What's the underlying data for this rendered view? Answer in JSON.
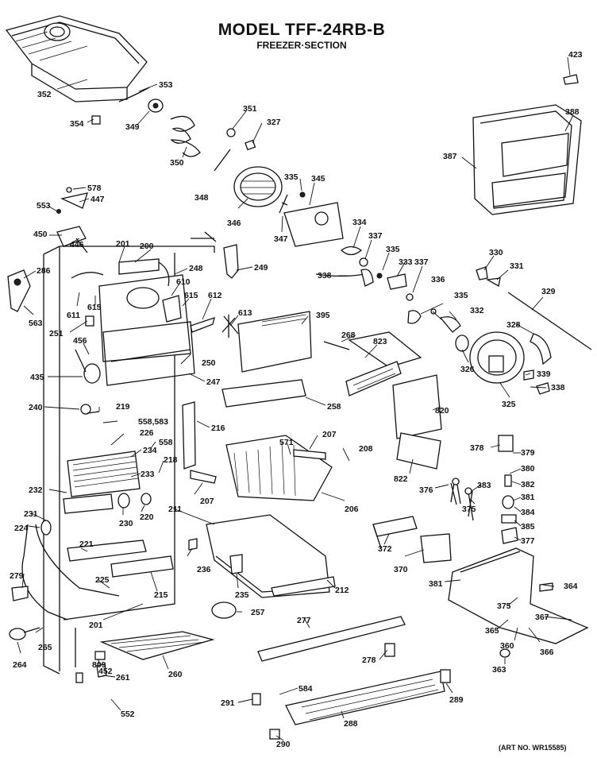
{
  "header": {
    "title": "MODEL TFF-24RB-B",
    "subtitle": "FREEZER·SECTION"
  },
  "footer": {
    "art_no": "(ART NO. WR15585)"
  },
  "parts": [
    {
      "id": "p352",
      "label": "352"
    },
    {
      "id": "p353",
      "label": "353"
    },
    {
      "id": "p354",
      "label": "354"
    },
    {
      "id": "p349",
      "label": "349"
    },
    {
      "id": "p351",
      "label": "351"
    },
    {
      "id": "p327",
      "label": "327"
    },
    {
      "id": "p350",
      "label": "350"
    },
    {
      "id": "p348",
      "label": "348"
    },
    {
      "id": "p335a",
      "label": "335"
    },
    {
      "id": "p345",
      "label": "345"
    },
    {
      "id": "p346",
      "label": "346"
    },
    {
      "id": "p347",
      "label": "347"
    },
    {
      "id": "p423",
      "label": "423"
    },
    {
      "id": "p388",
      "label": "388"
    },
    {
      "id": "p387",
      "label": "387"
    },
    {
      "id": "p578",
      "label": "578"
    },
    {
      "id": "p447",
      "label": "447"
    },
    {
      "id": "p553",
      "label": "553"
    },
    {
      "id": "p450",
      "label": "450"
    },
    {
      "id": "p446",
      "label": "446"
    },
    {
      "id": "p201a",
      "label": "201"
    },
    {
      "id": "p200",
      "label": "200"
    },
    {
      "id": "p249",
      "label": "249"
    },
    {
      "id": "p334",
      "label": "334"
    },
    {
      "id": "p337a",
      "label": "337"
    },
    {
      "id": "p335b",
      "label": "335"
    },
    {
      "id": "p333",
      "label": "333"
    },
    {
      "id": "p337b",
      "label": "337"
    },
    {
      "id": "p338a",
      "label": "338"
    },
    {
      "id": "p330",
      "label": "330"
    },
    {
      "id": "p331",
      "label": "331"
    },
    {
      "id": "p286",
      "label": "286"
    },
    {
      "id": "p248",
      "label": "248"
    },
    {
      "id": "p610",
      "label": "610"
    },
    {
      "id": "p611",
      "label": "611"
    },
    {
      "id": "p615a",
      "label": "615"
    },
    {
      "id": "p615b",
      "label": "615"
    },
    {
      "id": "p612",
      "label": "612"
    },
    {
      "id": "p563",
      "label": "563"
    },
    {
      "id": "p251",
      "label": "251"
    },
    {
      "id": "p613",
      "label": "613"
    },
    {
      "id": "p395",
      "label": "395"
    },
    {
      "id": "p336",
      "label": "336"
    },
    {
      "id": "p335c",
      "label": "335"
    },
    {
      "id": "p332",
      "label": "332"
    },
    {
      "id": "p329",
      "label": "329"
    },
    {
      "id": "p328",
      "label": "328"
    },
    {
      "id": "p456",
      "label": "456"
    },
    {
      "id": "p268",
      "label": "268"
    },
    {
      "id": "p823",
      "label": "823"
    },
    {
      "id": "p250",
      "label": "250"
    },
    {
      "id": "p326",
      "label": "326"
    },
    {
      "id": "p435",
      "label": "435"
    },
    {
      "id": "p247",
      "label": "247"
    },
    {
      "id": "p339",
      "label": "339"
    },
    {
      "id": "p338b",
      "label": "338"
    },
    {
      "id": "p325",
      "label": "325"
    },
    {
      "id": "p240",
      "label": "240"
    },
    {
      "id": "p219",
      "label": "219"
    },
    {
      "id": "p258",
      "label": "258"
    },
    {
      "id": "p820",
      "label": "820"
    },
    {
      "id": "p558_583",
      "label": "558,583"
    },
    {
      "id": "p226",
      "label": "226"
    },
    {
      "id": "p216",
      "label": "216"
    },
    {
      "id": "p558",
      "label": "558"
    },
    {
      "id": "p571",
      "label": "571"
    },
    {
      "id": "p207a",
      "label": "207"
    },
    {
      "id": "p234",
      "label": "234"
    },
    {
      "id": "p218",
      "label": "218"
    },
    {
      "id": "p208",
      "label": "208"
    },
    {
      "id": "p378",
      "label": "378"
    },
    {
      "id": "p379",
      "label": "379"
    },
    {
      "id": "p380",
      "label": "380"
    },
    {
      "id": "p233",
      "label": "233"
    },
    {
      "id": "p822",
      "label": "822"
    },
    {
      "id": "p232",
      "label": "232"
    },
    {
      "id": "p207b",
      "label": "207"
    },
    {
      "id": "p376",
      "label": "376"
    },
    {
      "id": "p383",
      "label": "383"
    },
    {
      "id": "p382",
      "label": "382"
    },
    {
      "id": "p381a",
      "label": "381"
    },
    {
      "id": "p206",
      "label": "206"
    },
    {
      "id": "p375",
      "label": "375"
    },
    {
      "id": "p384",
      "label": "384"
    },
    {
      "id": "p231",
      "label": "231"
    },
    {
      "id": "p230",
      "label": "230"
    },
    {
      "id": "p220",
      "label": "220"
    },
    {
      "id": "p211",
      "label": "211"
    },
    {
      "id": "p385",
      "label": "385"
    },
    {
      "id": "p224",
      "label": "224"
    },
    {
      "id": "p377",
      "label": "377"
    },
    {
      "id": "p221",
      "label": "221"
    },
    {
      "id": "p372",
      "label": "372"
    },
    {
      "id": "p370",
      "label": "370"
    },
    {
      "id": "p236",
      "label": "236"
    },
    {
      "id": "p279",
      "label": "279"
    },
    {
      "id": "p381b",
      "label": "381"
    },
    {
      "id": "p364",
      "label": "364"
    },
    {
      "id": "p225",
      "label": "225"
    },
    {
      "id": "p235",
      "label": "235"
    },
    {
      "id": "p212",
      "label": "212"
    },
    {
      "id": "p215",
      "label": "215"
    },
    {
      "id": "p257",
      "label": "257"
    },
    {
      "id": "p375b",
      "label": "375"
    },
    {
      "id": "p367",
      "label": "367"
    },
    {
      "id": "p201b",
      "label": "201"
    },
    {
      "id": "p277",
      "label": "277"
    },
    {
      "id": "p365",
      "label": "365"
    },
    {
      "id": "p265",
      "label": "265"
    },
    {
      "id": "p264",
      "label": "264"
    },
    {
      "id": "p360",
      "label": "360"
    },
    {
      "id": "p366",
      "label": "366"
    },
    {
      "id": "p278",
      "label": "278"
    },
    {
      "id": "p809",
      "label": "809"
    },
    {
      "id": "p452",
      "label": "452"
    },
    {
      "id": "p261",
      "label": "261"
    },
    {
      "id": "p260",
      "label": "260"
    },
    {
      "id": "p363",
      "label": "363"
    },
    {
      "id": "p584",
      "label": "584"
    },
    {
      "id": "p291",
      "label": "291"
    },
    {
      "id": "p289",
      "label": "289"
    },
    {
      "id": "p552",
      "label": "552"
    },
    {
      "id": "p288",
      "label": "288"
    },
    {
      "id": "p290",
      "label": "290"
    }
  ]
}
